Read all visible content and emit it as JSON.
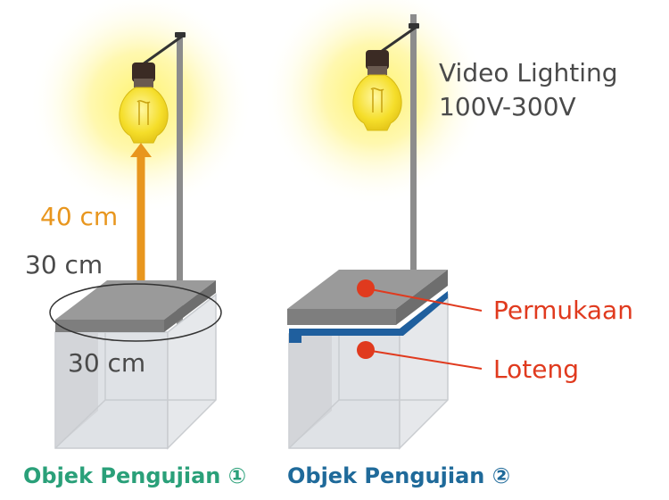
{
  "lamp": {
    "label_line1": "Video Lighting",
    "label_line2": "100V-300V"
  },
  "measurements": {
    "height": "40 cm",
    "width": "30 cm",
    "depth": "30 cm"
  },
  "labels": {
    "surface": "Permukaan",
    "floor": "Loteng"
  },
  "captions": {
    "object1": "Objek Pengujian ①",
    "object2": "Objek Pengujian ②"
  },
  "colors": {
    "dimension_orange": "#e8961e",
    "label_red": "#e03a1e",
    "caption1_green": "#2aa079",
    "caption2_blue": "#1f6a9a",
    "blue_frame": "#1f5f9e",
    "glow_yellow": "#fff7a6"
  },
  "icons": [
    "light-bulb-icon",
    "light-bulb-icon"
  ]
}
